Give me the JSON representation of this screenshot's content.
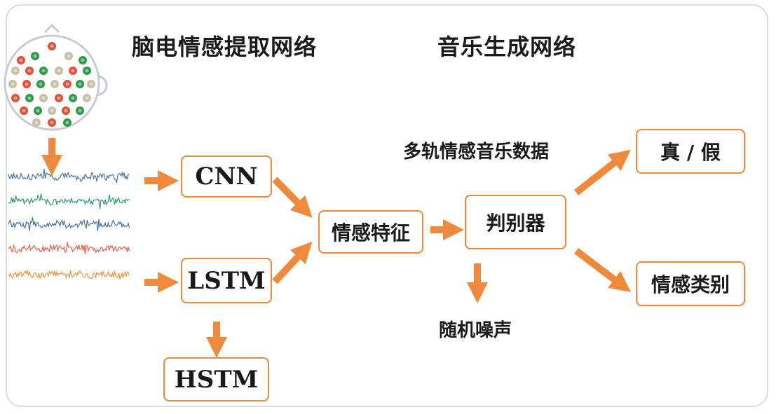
{
  "titles": {
    "left": "脑电情感提取网络",
    "right": "音乐生成网络"
  },
  "nodes": {
    "cnn": "CNN",
    "lstm": "LSTM",
    "hstm": "HSTM",
    "features": "情感特征",
    "discriminator": "判别器",
    "real_fake": "真 / 假",
    "emotion_class": "情感类别"
  },
  "labels": {
    "multitrack": "多轨情感音乐数据",
    "noise": "随机噪声"
  },
  "colors": {
    "accent": "#ef8a3c",
    "electrode_red": "#e0523a",
    "electrode_green": "#2d9a4c",
    "electrode_tan": "#c8bfa6",
    "wave_blue": "#4c74a0",
    "wave_green": "#2f9a6f",
    "wave_red": "#e0604a",
    "wave_orange": "#ee9440"
  }
}
